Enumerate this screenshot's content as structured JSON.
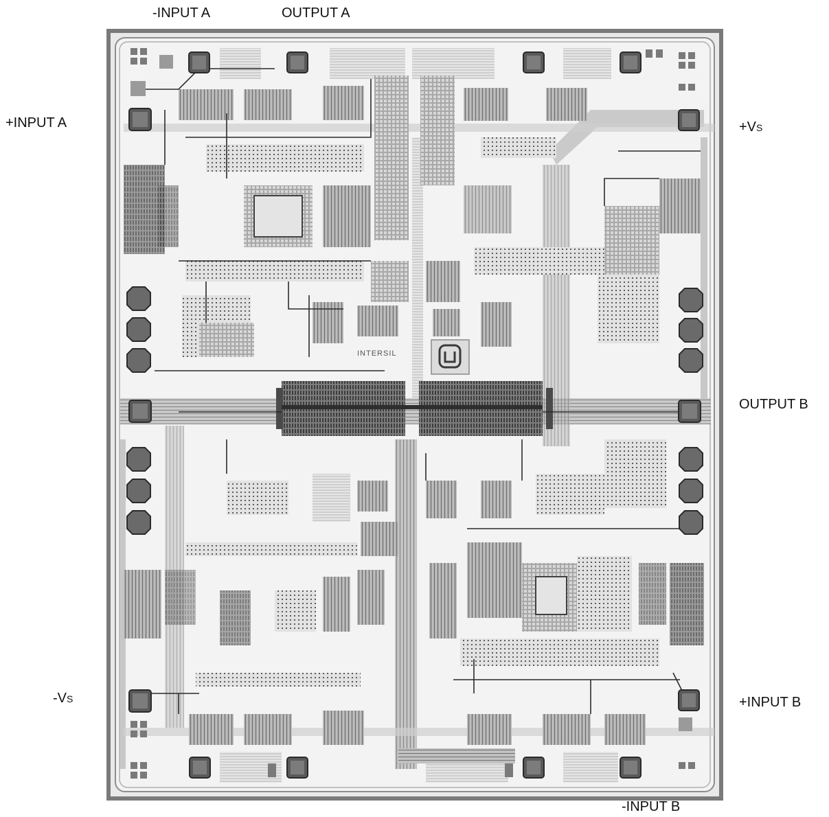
{
  "die_photo": {
    "logo_text": "INTERSIL",
    "pins": {
      "minus_input_a": "-INPUT A",
      "output_a": "OUTPUT A",
      "plus_input_a": "+INPUT A",
      "plus_vs": {
        "main": "+V",
        "sub": "S"
      },
      "output_b": "OUTPUT B",
      "minus_vs": {
        "main": "-V",
        "sub": "S"
      },
      "plus_input_b": "+INPUT B",
      "minus_input_b": "-INPUT B"
    },
    "colors": {
      "frame": "#7a7a7a",
      "pad": "#5a5a5a",
      "metal": "#9a9a9a",
      "trace": "#2a2a2a",
      "die_bg": "#f0f0f0"
    }
  }
}
